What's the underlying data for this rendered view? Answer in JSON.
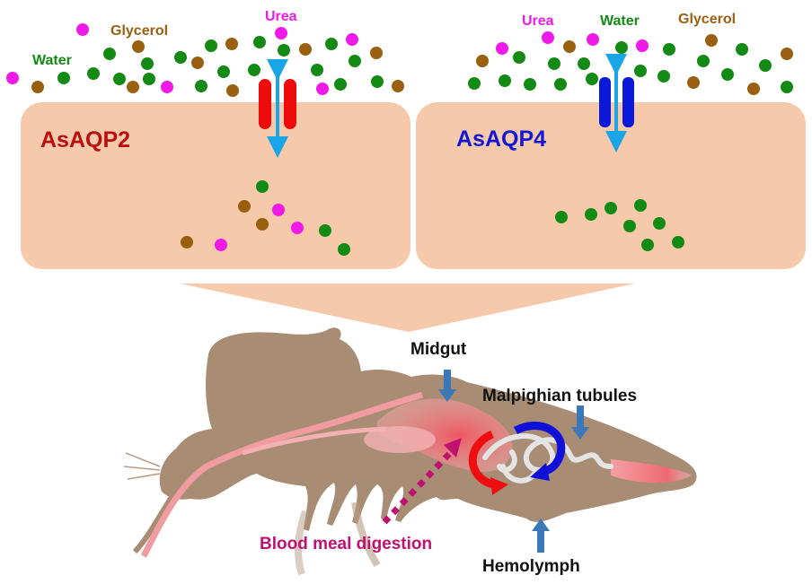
{
  "colors": {
    "water": "#138a13",
    "glycerol": "#9a600f",
    "urea": "#f01ae8",
    "cell": "#f6c9aa",
    "channel_aqp2": "#ee0b0b",
    "channel_aqp4": "#0a1ad8",
    "transport_arrow": "#1aa6e6",
    "mosquito_body": "#a88c74",
    "gut": "#f07e84",
    "label_aqp2": "#b81010",
    "label_aqp4": "#1218d4",
    "blood_meal": "#c01070",
    "pointer_arrow": "#3a78b8",
    "cycle_red": "#ee1010",
    "cycle_blue": "#1010d8",
    "text_dark": "#111111"
  },
  "left_panel": {
    "title": "AsAQP2",
    "legend": {
      "water": "Water",
      "glycerol": "Glycerol",
      "urea": "Urea"
    },
    "transported": [
      "Water",
      "Glycerol",
      "Urea"
    ]
  },
  "right_panel": {
    "title": "AsAQP4",
    "legend": {
      "water": "Water",
      "glycerol": "Glycerol",
      "urea": "Urea"
    },
    "transported": [
      "Water"
    ]
  },
  "mosquito": {
    "labels": {
      "midgut": "Midgut",
      "malpighian": "Malpighian tubules",
      "hemolymph": "Hemolymph",
      "blood_meal": "Blood meal digestion"
    }
  }
}
